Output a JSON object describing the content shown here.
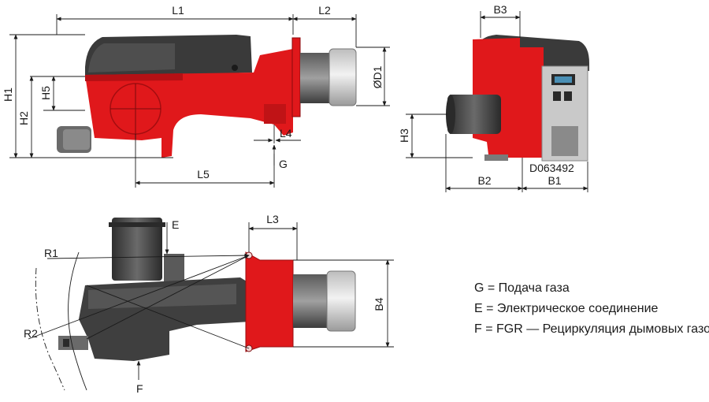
{
  "dimension_labels": {
    "L1": "L1",
    "L2": "L2",
    "L3": "L3",
    "L4": "L4",
    "L5": "L5",
    "H1": "H1",
    "H2": "H2",
    "H3": "H3",
    "H5": "H5",
    "B1": "B1",
    "B2": "B2",
    "B3": "B3",
    "B4": "B4",
    "D1": "ØD1",
    "R1": "R1",
    "R2": "R2",
    "G": "G",
    "E": "E",
    "F": "F"
  },
  "drawing_code": "D063492",
  "legend": [
    "G = Подача газа",
    "E = Электрическое соединение",
    "F = FGR — Рециркуляция дымовых газов"
  ],
  "colors": {
    "burner_red": "#e0181b",
    "cover_dark": "#3a3a3a",
    "metal_grey": "#9a9a9a",
    "tube_light": "#d8d8d8",
    "line": "#1a1a1a"
  }
}
